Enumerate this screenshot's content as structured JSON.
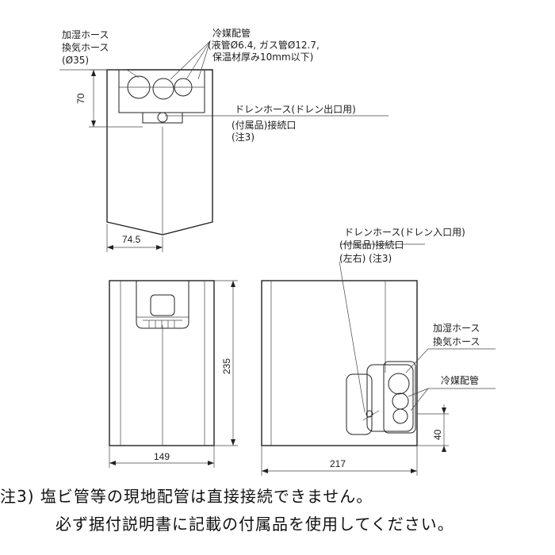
{
  "top_view": {
    "humid_hose_label": [
      "加湿ホース",
      "換気ホース",
      "(Ø35)"
    ],
    "refrigerant_label": [
      "冷媒配管",
      "(液管Ø6.4, ガス管Ø12.7,",
      "保温材厚み10mm以下)"
    ],
    "drain_out_label": [
      "ドレンホース(ドレン出口用)",
      "(付属品)接続口",
      "(注3)"
    ],
    "dim_70": "70",
    "dim_74_5": "74.5"
  },
  "front_view": {
    "dim_235": "235",
    "dim_149": "149"
  },
  "side_view": {
    "drain_in_label": [
      "ドレンホース(ドレン入口用)",
      "(付属品)接続口",
      "(左右) (注3)"
    ],
    "humid_hose_label": [
      "加湿ホース",
      "換気ホース"
    ],
    "refrigerant_label": "冷媒配管",
    "dim_40": "40",
    "dim_217": "217"
  },
  "notes": {
    "line1": "注3) 塩ビ管等の現地配管は直接接続できません。",
    "line2": "必ず据付説明書に記載の付属品を使用してください。"
  }
}
